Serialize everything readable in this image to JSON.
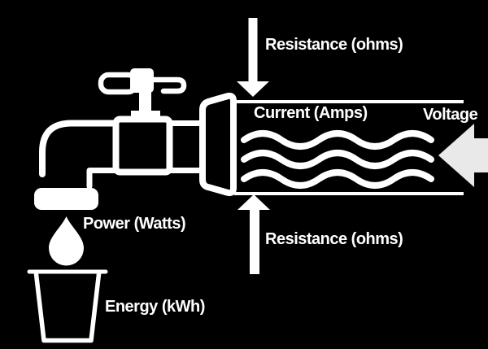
{
  "diagram": {
    "name": "electricity-water-analogy",
    "labels": {
      "resistance_top": "Resistance (ohms)",
      "current": "Current (Amps)",
      "voltage": "Voltage",
      "resistance_bottom": "Resistance (ohms)",
      "power": "Power (Watts)",
      "energy": "Energy (kWh)"
    },
    "icons": {
      "faucet": "faucet-icon",
      "pipe": "pipe-icon",
      "current_waves": "current-waves-icon",
      "resistance_arrow_down": "down-arrow-icon",
      "resistance_arrow_up": "up-arrow-icon",
      "voltage_arrow": "left-block-arrow-icon",
      "water_drop": "water-drop-icon",
      "cup": "cup-icon"
    },
    "colors": {
      "background": "#000000",
      "line_art": "#ffffff",
      "text": "#ffffff",
      "voltage_arrow_fill": "#e9e9e9"
    }
  }
}
